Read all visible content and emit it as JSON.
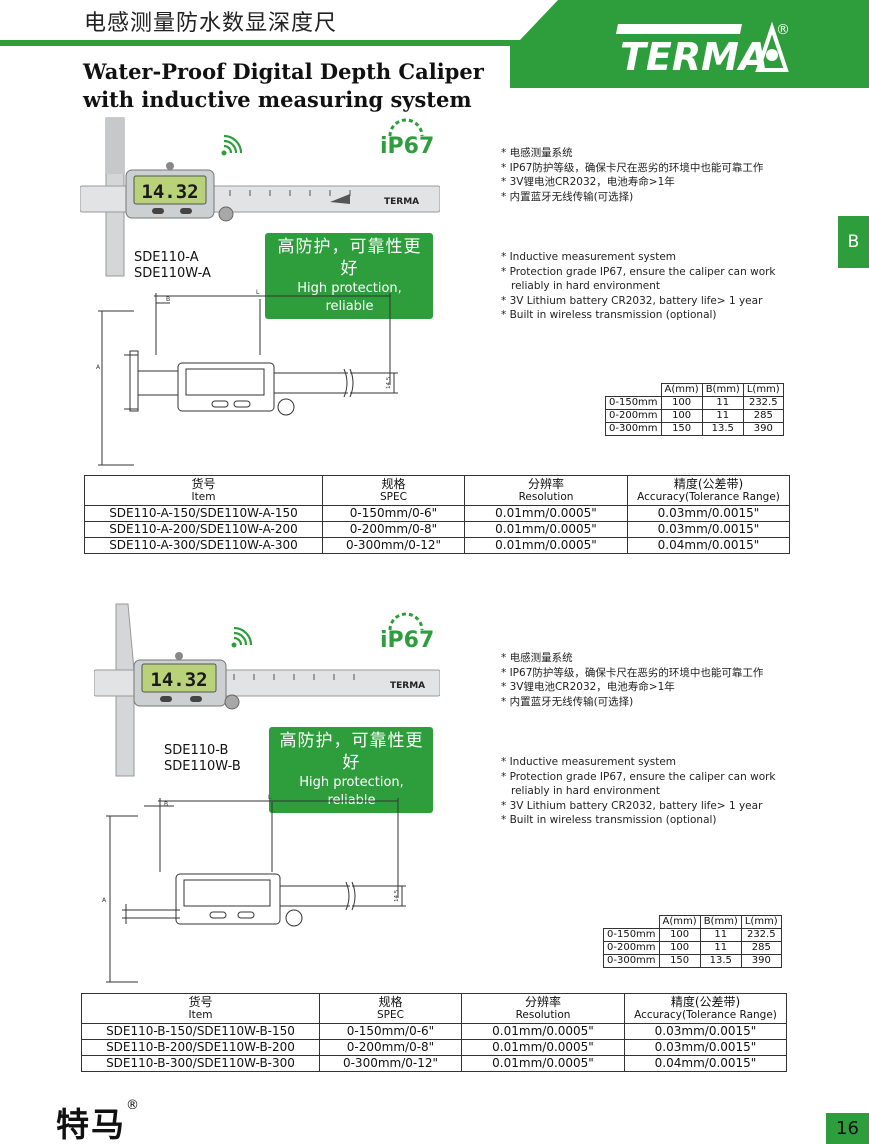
{
  "header": {
    "title_cn": "电感测量防水数显深度尺",
    "title_en_line1": "Water-Proof Digital Depth Caliper",
    "title_en_line2": "with inductive measuring system",
    "brand_logo": "TERMA",
    "registered": "®"
  },
  "side_tab": "B",
  "colors": {
    "accent": "#2e9e3c"
  },
  "sections": [
    {
      "lcd_reading": "14.32",
      "ip_label": "iP67",
      "badge_cn": "高防护，可靠性更好",
      "badge_en": "High protection, reliable",
      "models": [
        "SDE110-A",
        "SDE110W-A"
      ],
      "features_cn": [
        "* 电感测量系统",
        "* IP67防护等级，确保卡尺在恶劣的环境中也能可靠工作",
        "* 3V锂电池CR2032，电池寿命>1年",
        "* 内置蓝牙无线传输(可选择)"
      ],
      "features_en": [
        "* Inductive measurement system",
        "* Protection grade IP67, ensure the caliper can work",
        "   reliably in hard environment",
        "* 3V Lithium battery CR2032, battery life> 1 year",
        "* Built in wireless transmission (optional)"
      ],
      "drawing_labels": {
        "b": "B",
        "l": "L",
        "a": "A",
        "h": "14.5"
      },
      "dims": {
        "headers": [
          "",
          "A(mm)",
          "B(mm)",
          "L(mm)"
        ],
        "rows": [
          [
            "0-150mm",
            "100",
            "11",
            "232.5"
          ],
          [
            "0-200mm",
            "100",
            "11",
            "285"
          ],
          [
            "0-300mm",
            "150",
            "13.5",
            "390"
          ]
        ]
      },
      "spec": {
        "headers": [
          [
            "货号",
            "Item"
          ],
          [
            "规格",
            "SPEC"
          ],
          [
            "分辨率",
            "Resolution"
          ],
          [
            "精度(公差带)",
            "Accuracy(Tolerance Range)"
          ]
        ],
        "rows": [
          [
            "SDE110-A-150/SDE110W-A-150",
            "0-150mm/0-6\"",
            "0.01mm/0.0005\"",
            "0.03mm/0.0015\""
          ],
          [
            "SDE110-A-200/SDE110W-A-200",
            "0-200mm/0-8\"",
            "0.01mm/0.0005\"",
            "0.03mm/0.0015\""
          ],
          [
            "SDE110-A-300/SDE110W-A-300",
            "0-300mm/0-12\"",
            "0.01mm/0.0005\"",
            "0.04mm/0.0015\""
          ]
        ]
      }
    },
    {
      "lcd_reading": "14.32",
      "ip_label": "iP67",
      "badge_cn": "高防护，可靠性更好",
      "badge_en": "High protection, reliable",
      "models": [
        "SDE110-B",
        "SDE110W-B"
      ],
      "features_cn": [
        "* 电感测量系统",
        "* IP67防护等级，确保卡尺在恶劣的环境中也能可靠工作",
        "* 3V锂电池CR2032，电池寿命>1年",
        "* 内置蓝牙无线传输(可选择)"
      ],
      "features_en": [
        "* Inductive measurement system",
        "* Protection grade IP67, ensure the caliper can work",
        "   reliably in hard environment",
        "* 3V Lithium battery CR2032, battery life> 1 year",
        "* Built in wireless transmission (optional)"
      ],
      "drawing_labels": {
        "b": "B",
        "l": "L",
        "a": "A",
        "h": "14.5"
      },
      "dims": {
        "headers": [
          "",
          "A(mm)",
          "B(mm)",
          "L(mm)"
        ],
        "rows": [
          [
            "0-150mm",
            "100",
            "11",
            "232.5"
          ],
          [
            "0-200mm",
            "100",
            "11",
            "285"
          ],
          [
            "0-300mm",
            "150",
            "13.5",
            "390"
          ]
        ]
      },
      "spec": {
        "headers": [
          [
            "货号",
            "Item"
          ],
          [
            "规格",
            "SPEC"
          ],
          [
            "分辨率",
            "Resolution"
          ],
          [
            "精度(公差带)",
            "Accuracy(Tolerance Range)"
          ]
        ],
        "rows": [
          [
            "SDE110-B-150/SDE110W-B-150",
            "0-150mm/0-6\"",
            "0.01mm/0.0005\"",
            "0.03mm/0.0015\""
          ],
          [
            "SDE110-B-200/SDE110W-B-200",
            "0-200mm/0-8\"",
            "0.01mm/0.0005\"",
            "0.03mm/0.0015\""
          ],
          [
            "SDE110-B-300/SDE110W-B-300",
            "0-300mm/0-12\"",
            "0.01mm/0.0005\"",
            "0.04mm/0.0015\""
          ]
        ]
      }
    }
  ],
  "footer": {
    "brand_cn": "特马",
    "registered": "®",
    "page_number": "16"
  }
}
